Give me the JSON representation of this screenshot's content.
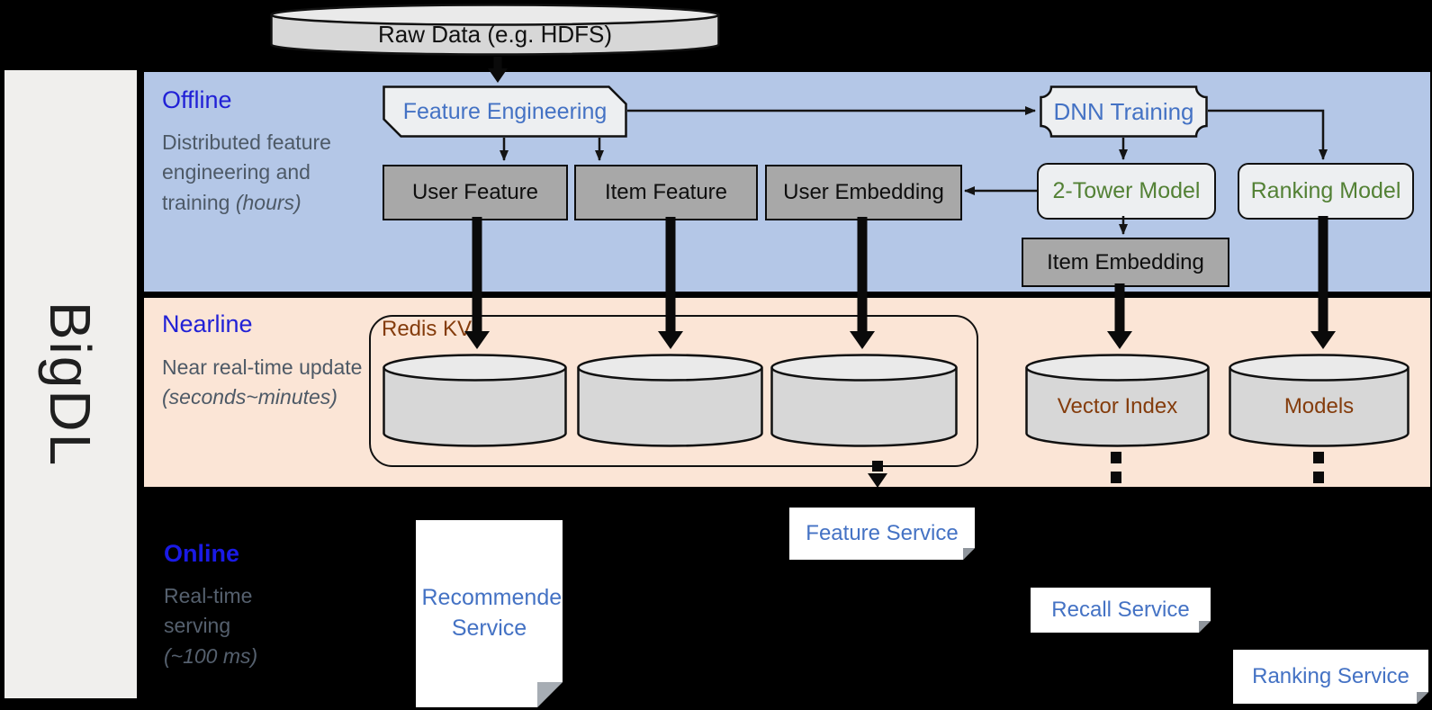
{
  "brand": {
    "name": "BigDL"
  },
  "raw_data": {
    "label": "Raw Data (e.g. HDFS)"
  },
  "sections": {
    "offline": {
      "label": "Offline",
      "desc": "Distributed feature engineering and training ",
      "time": "(hours)"
    },
    "nearline": {
      "label": "Nearline",
      "desc": "Near real-time update ",
      "time": "(seconds~minutes)"
    },
    "online": {
      "label": "Online",
      "desc": "Real-time serving ",
      "time": "(~100 ms)"
    }
  },
  "nodes": {
    "feature_engineering": {
      "label": "Feature Engineering"
    },
    "dnn_training": {
      "label": "DNN Training"
    },
    "user_feature": {
      "label": "User Feature"
    },
    "item_feature": {
      "label": "Item Feature"
    },
    "user_embedding": {
      "label": "User Embedding"
    },
    "two_tower_model": {
      "label": "2-Tower Model"
    },
    "ranking_model": {
      "label": "Ranking Model"
    },
    "item_embedding": {
      "label": "Item Embedding"
    },
    "redis_kv": {
      "label": "Redis KV"
    },
    "vector_index": {
      "label": "Vector Index"
    },
    "models": {
      "label": "Models"
    },
    "recommender_service": {
      "label": "Recommender Service"
    },
    "feature_service": {
      "label": "Feature Service"
    },
    "recall_service": {
      "label": "Recall Service"
    },
    "ranking_service": {
      "label": "Ranking Service"
    }
  },
  "colors": {
    "offline_band": "#b4c7e7",
    "nearline_band": "#fbe5d6",
    "section_label_blue": "#2121d6",
    "node_text_blue": "#4472c4",
    "model_text_green": "#538135",
    "storage_text_brown": "#843c0c",
    "gray_node_fill": "#a8a8a8",
    "background": "#000000"
  }
}
